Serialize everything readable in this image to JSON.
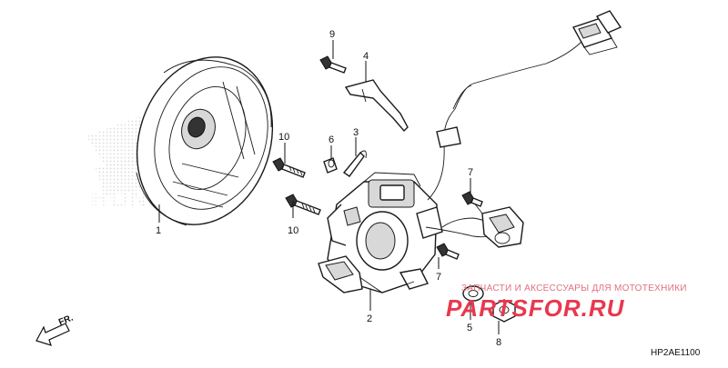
{
  "callouts": {
    "p1": "1",
    "p2": "2",
    "p3": "3",
    "p4": "4",
    "p5": "5",
    "p6": "6",
    "p7a": "7",
    "p7b": "7",
    "p8": "8",
    "p9": "9",
    "p10a": "10",
    "p10b": "10"
  },
  "direction_label": "FR.",
  "diagram_code": "HP2AE1100",
  "watermark": {
    "tagline": "ЗАПЧАСТИ И АКСЕССУАРЫ ДЛЯ МОТОТЕХНИКИ",
    "brand": "PARTSFOR.RU",
    "brand_color": "#e8384f",
    "tagline_color": "#e07080",
    "logo_wordmark": "HONDA",
    "logo_color": "#c8c8c8"
  }
}
